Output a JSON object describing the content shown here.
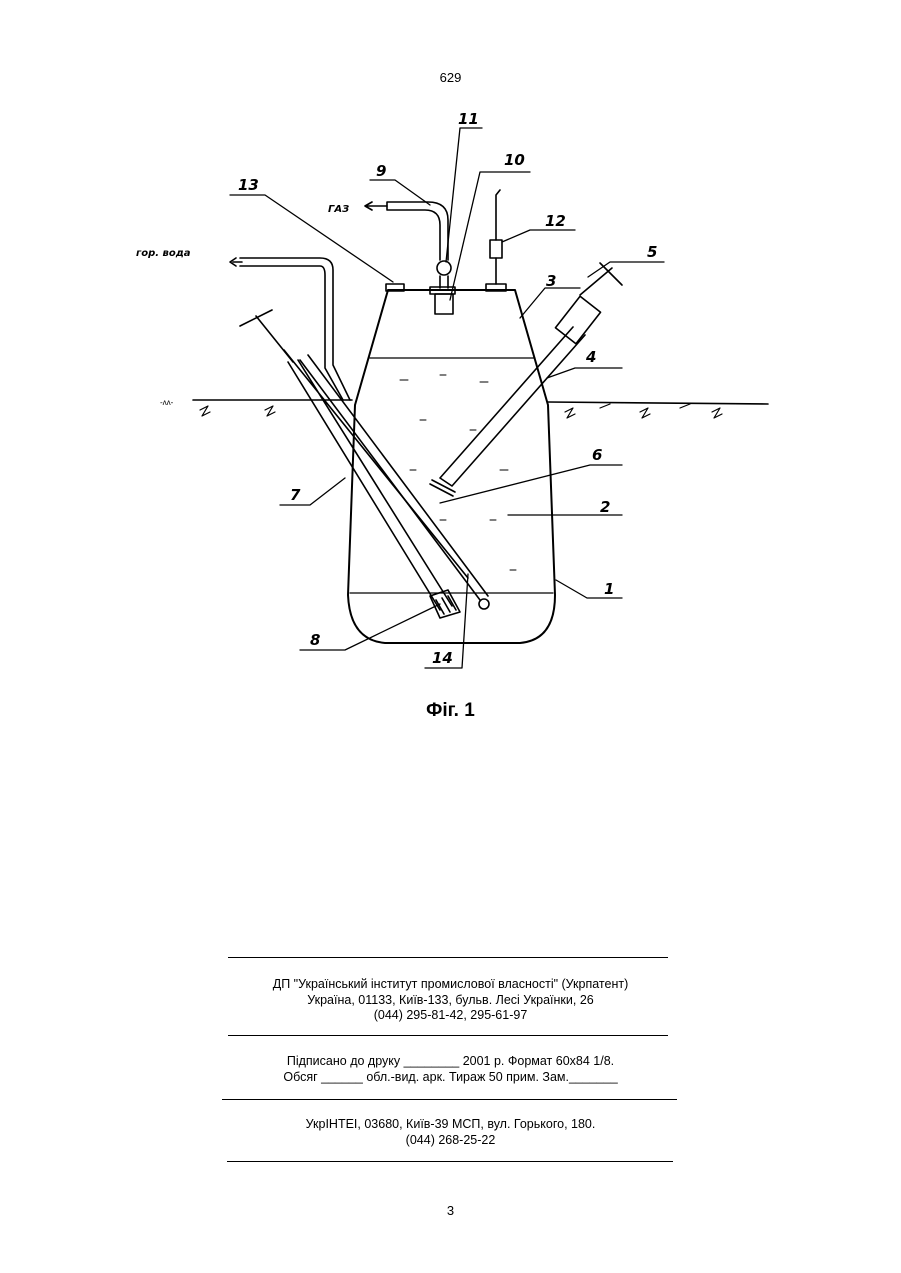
{
  "header": {
    "page_number": "629"
  },
  "figure": {
    "caption": "Фіг. 1",
    "callouts": [
      "1",
      "2",
      "3",
      "4",
      "5",
      "6",
      "7",
      "8",
      "9",
      "10",
      "11",
      "12",
      "13",
      "14"
    ],
    "gas_label": "ГАЗ",
    "hot_water_label": "гор. вода"
  },
  "imprint": {
    "org_line1": "ДП \"Український інститут промислової власності\" (Укрпатент)",
    "org_line2": "Україна, 01133, Київ-133, бульв. Лесі Українки, 26",
    "org_line3": "(044) 295-81-42, 295-61-97",
    "sign_line1": "Підписано до друку ________ 2001 р. Формат 60х84 1/8.",
    "sign_line2": "Обсяг ______ обл.-вид. арк. Тираж 50 прим. Зам._______",
    "print_line1": "УкрІНТЕІ, 03680, Київ-39 МСП, вул. Горького, 180.",
    "print_line2": "(044) 268-25-22"
  },
  "footer": {
    "page_number": "3"
  }
}
